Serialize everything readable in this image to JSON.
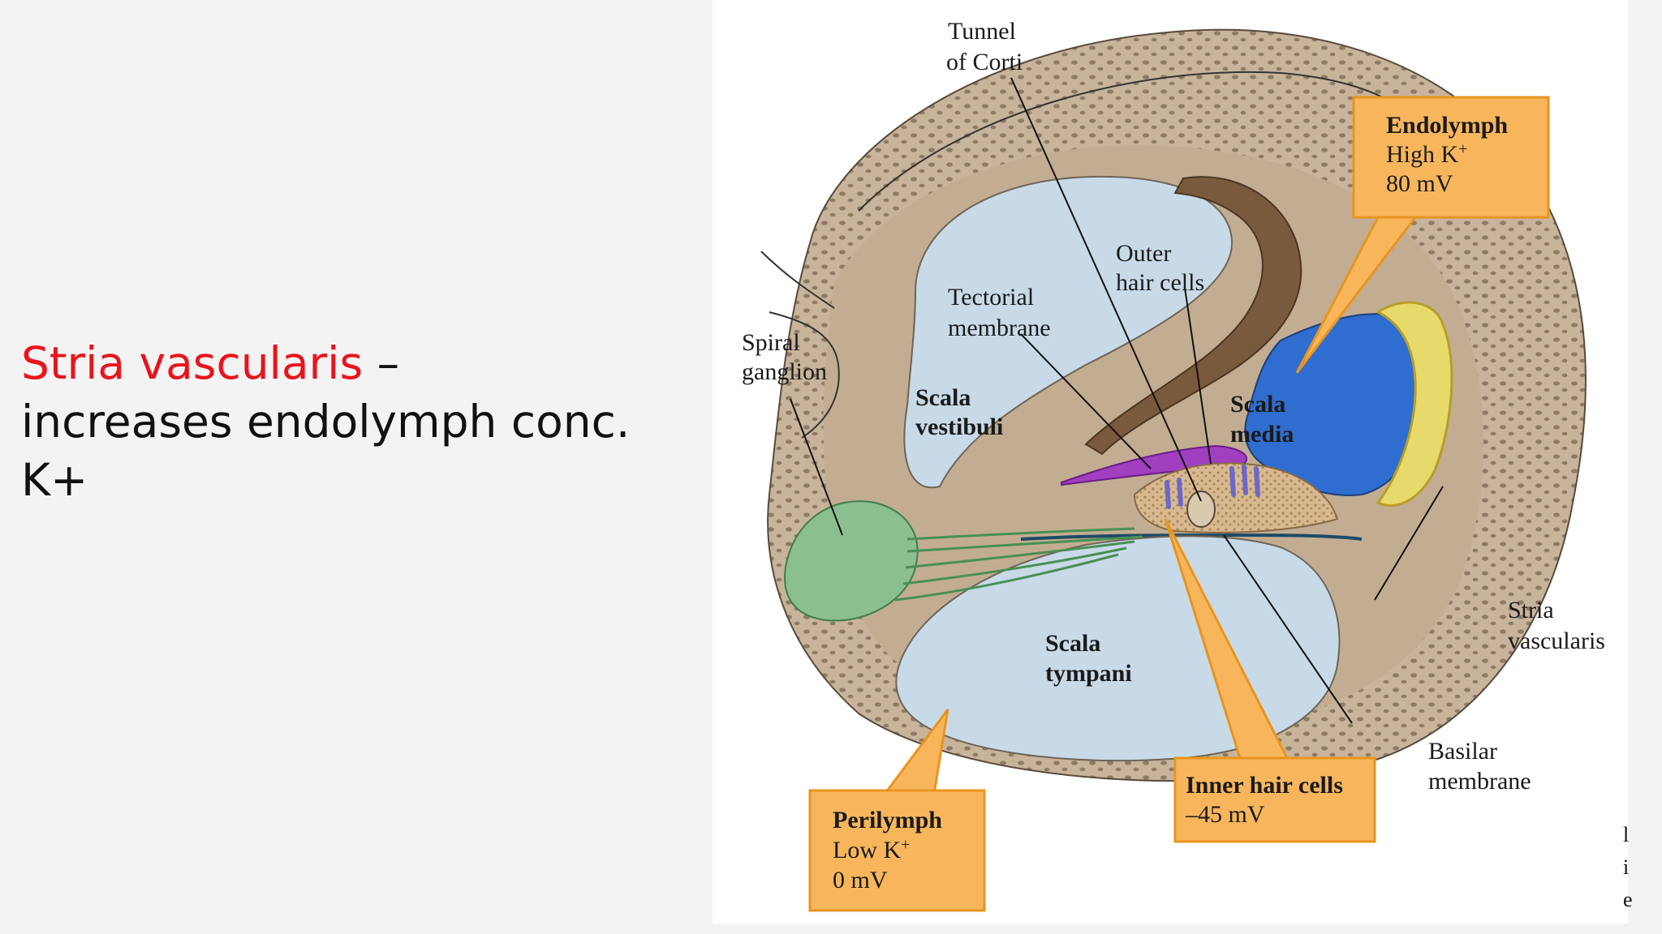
{
  "slide": {
    "highlight": "Stria vascularis",
    "dash": " –",
    "line2": "increases endolymph conc.",
    "line3": "K+"
  },
  "diagram": {
    "labels": {
      "tunnel_1": "Tunnel",
      "tunnel_2": "of Corti",
      "outer_1": "Outer",
      "outer_2": "hair cells",
      "tectorial_1": "Tectorial",
      "tectorial_2": "membrane",
      "spiral_1": "Spiral",
      "spiral_2": "ganglion",
      "scala_vest_1": "Scala",
      "scala_vest_2": "vestibuli",
      "scala_media_1": "Scala",
      "scala_media_2": "media",
      "scala_tymp_1": "Scala",
      "scala_tymp_2": "tympani",
      "stria_1": "Stria",
      "stria_2": "vascularis",
      "basilar_1": "Basilar",
      "basilar_2": "membrane"
    },
    "callouts": {
      "endolymph": {
        "title": "Endolymph",
        "line1": "High K",
        "sup": "+",
        "line2": "80 mV"
      },
      "perilymph": {
        "title": "Perilymph",
        "line1": "Low K",
        "sup": "+",
        "line2": "0 mV"
      },
      "inner_hair": {
        "title": "Inner hair cells",
        "line1": "–45 mV"
      }
    },
    "colors": {
      "callout_fill": "#f7b65c",
      "callout_border": "#e8951f",
      "scala_fill": "#c8dae8",
      "media_fill": "#2f6ed0",
      "stria_fill": "#e7d96a",
      "bone_fill": "#c7b49b",
      "ganglion_fill": "#8cbf8f",
      "tectorial_fill": "#a13fc1"
    }
  },
  "edge_marks": [
    "l",
    "i",
    "e"
  ]
}
